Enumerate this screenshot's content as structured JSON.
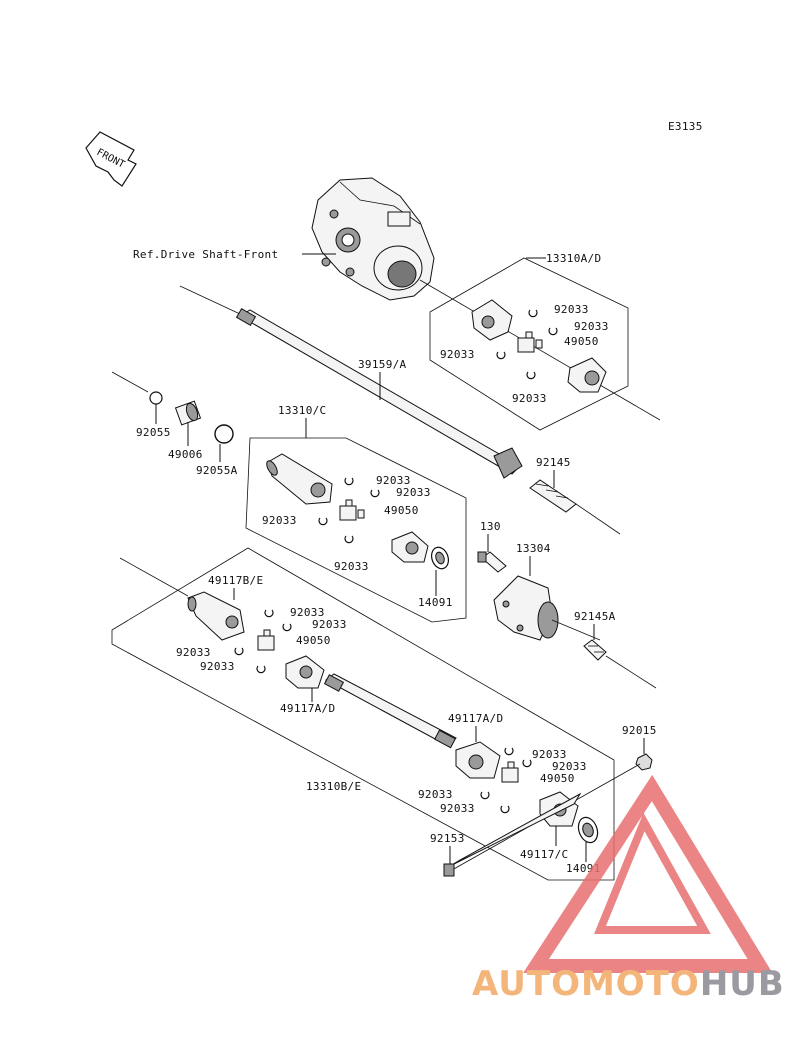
{
  "diagram_code": "E3135",
  "front_label": "FRONT",
  "ref_label": "Ref.Drive Shaft-Front",
  "parts": {
    "p13310AD": "13310A/D",
    "p39159A": "39159/A",
    "p13310C": "13310/C",
    "p92145": "92145",
    "p92055": "92055",
    "p49006": "49006",
    "p92055A": "92055A",
    "p130": "130",
    "p13304": "13304",
    "p14091_top": "14091",
    "p92145A": "92145A",
    "p49117BE": "49117B/E",
    "p49117AD_left": "49117A/D",
    "p49117AD_right": "49117A/D",
    "p13310BE": "13310B/E",
    "p92015": "92015",
    "p92153": "92153",
    "p49117C": "49117/C",
    "p14091_bottom": "14091",
    "p49050_a": "49050",
    "p49050_b": "49050",
    "p49050_c": "49050",
    "p49050_d": "49050",
    "p92033": "92033"
  },
  "watermark": {
    "part1": "AUTOMOTO",
    "part2": "HUB",
    "color_accent": "#f3b57a",
    "color_gray": "#9a9aa0",
    "triangle_color": "#e87070"
  }
}
